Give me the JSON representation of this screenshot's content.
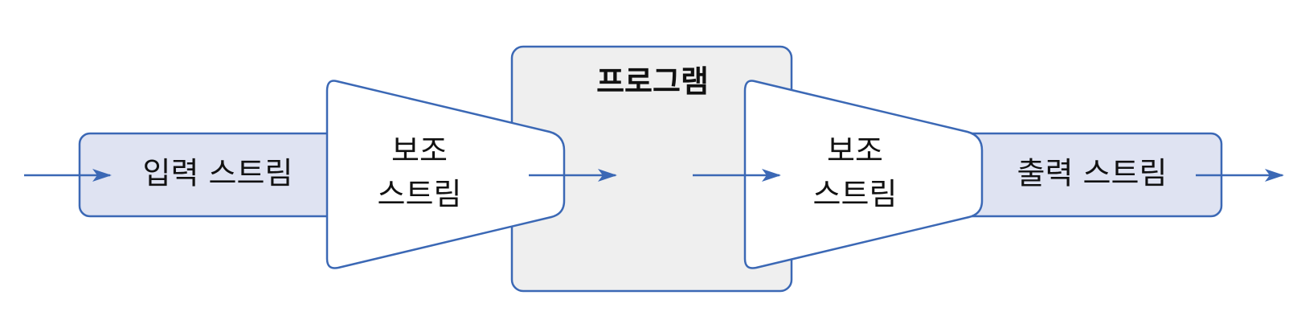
{
  "colors": {
    "stroke": "#3b68b5",
    "stream_fill": "#dfe3f2",
    "program_fill": "#efefef",
    "aux_fill": "#ffffff",
    "text": "#111111"
  },
  "nodes": {
    "input_stream": {
      "label": "입력 스트림"
    },
    "program": {
      "label": "프로그램"
    },
    "aux_in": {
      "line1": "보조",
      "line2": "스트림"
    },
    "aux_out": {
      "line1": "보조",
      "line2": "스트림"
    },
    "output_stream": {
      "label": "출력 스트림"
    }
  }
}
